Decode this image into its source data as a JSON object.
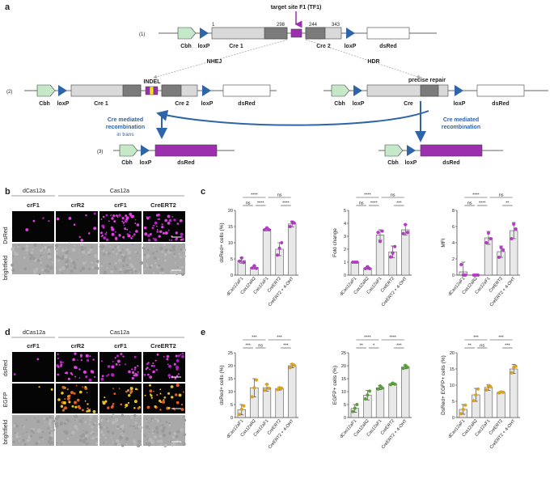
{
  "panel_a": {
    "letter": "a",
    "target_site": "target site F1 (TF1)",
    "row1_num": "(1)",
    "row2_num": "(2)",
    "row3_num": "(3)",
    "pos_1": "1",
    "pos_298": "298",
    "pos_244": "244",
    "pos_343": "343",
    "cbh": "Cbh",
    "loxp": "loxP",
    "cre1": "Cre 1",
    "cre2": "Cre 2",
    "cre": "Cre",
    "dsred": "dsRed",
    "nhej": "NHEJ",
    "hdr": "HDR",
    "indel": "INDEL",
    "precise": "precise repair",
    "cre_left_1": "Cre mediated",
    "cre_left_2": "recombination",
    "cre_left_3": "in trans",
    "cre_right_1": "Cre mediated",
    "cre_right_2": "recombination"
  },
  "panel_b": {
    "letter": "b",
    "group_d": "dCas12a",
    "group_c": "Cas12a",
    "cols": [
      "crF1",
      "crR2",
      "crF1",
      "CreERT2"
    ],
    "rows": [
      "DsRed",
      "brightfield"
    ]
  },
  "panel_d": {
    "letter": "d",
    "group_d": "dCas12a",
    "group_c": "Cas12a",
    "cols": [
      "crF1",
      "crR2",
      "crF1",
      "CreERT2"
    ],
    "rows": [
      "dsRed",
      "EGFP",
      "brightfield"
    ]
  },
  "panel_c": {
    "letter": "c"
  },
  "panel_e": {
    "letter": "e"
  },
  "chart_data": [
    {
      "type": "bar",
      "panel": "c",
      "ylabel": "dsRed+ cells (%)",
      "ylim": [
        0,
        20
      ],
      "yticks": [
        0,
        5,
        10,
        15,
        20
      ],
      "categories": [
        "dCas12aF1",
        "Cas12aR2",
        "Cas12aF1",
        "CreERT2",
        "CreERT2 + 4-OHT"
      ],
      "values": [
        4.5,
        2.4,
        14.2,
        8.0,
        15.8
      ],
      "errors": [
        0.8,
        0.5,
        0.5,
        2.0,
        0.9
      ],
      "points": [
        [
          4.3,
          5.3,
          3.9
        ],
        [
          2.2,
          2.9,
          2.1
        ],
        [
          14.0,
          14.6,
          14.0
        ],
        [
          6.2,
          8.3,
          10.0
        ],
        [
          15.0,
          16.4,
          16.1
        ]
      ],
      "sig": [
        {
          "a": 0,
          "b": 2,
          "label": "****",
          "level": 3
        },
        {
          "a": 2,
          "b": 4,
          "label": "ns",
          "level": 3
        },
        {
          "a": 0,
          "b": 1,
          "label": "ns",
          "level": 1
        },
        {
          "a": 1,
          "b": 2,
          "label": "****",
          "level": 1
        },
        {
          "a": 3,
          "b": 4,
          "label": "****",
          "level": 1
        }
      ]
    },
    {
      "type": "bar",
      "panel": "c",
      "ylabel": "Fold change",
      "ylim": [
        0,
        5
      ],
      "yticks": [
        0,
        1,
        2,
        3,
        4,
        5
      ],
      "categories": [
        "dCas12aF1",
        "Cas12aR2",
        "Cas12aF1",
        "CreERT2",
        "CreERT2 + 4-OHT"
      ],
      "values": [
        1.0,
        0.55,
        3.1,
        1.8,
        3.5
      ],
      "errors": [
        0.05,
        0.1,
        0.4,
        0.45,
        0.4
      ],
      "points": [
        [
          1.0,
          1.0,
          1.0
        ],
        [
          0.5,
          0.65,
          0.5
        ],
        [
          3.3,
          2.6,
          3.4
        ],
        [
          1.4,
          1.7,
          2.2
        ],
        [
          3.2,
          3.9,
          3.3
        ]
      ],
      "sig": [
        {
          "a": 0,
          "b": 2,
          "label": "****",
          "level": 3
        },
        {
          "a": 2,
          "b": 4,
          "label": "ns",
          "level": 3
        },
        {
          "a": 0,
          "b": 1,
          "label": "ns",
          "level": 1
        },
        {
          "a": 1,
          "b": 2,
          "label": "****",
          "level": 1
        },
        {
          "a": 3,
          "b": 4,
          "label": "***",
          "level": 1
        }
      ]
    },
    {
      "type": "bar",
      "panel": "c",
      "ylabel": "MFI",
      "ylim": [
        0,
        8
      ],
      "yticks": [
        0,
        2,
        4,
        6,
        8
      ],
      "categories": [
        "dCas12aF1",
        "Cas12aR2",
        "Cas12aF1",
        "CreERT2",
        "CreERT2 + 4-OHT"
      ],
      "values": [
        0.4,
        0.0,
        4.6,
        2.9,
        5.5
      ],
      "errors": [
        1.2,
        0.1,
        0.8,
        0.7,
        1.0
      ],
      "points": [
        [
          1.3,
          0.0,
          0.0
        ],
        [
          0.0,
          0.0,
          0.0
        ],
        [
          4.0,
          5.2,
          4.5
        ],
        [
          2.2,
          3.4,
          3.1
        ],
        [
          4.5,
          6.3,
          5.7
        ]
      ],
      "sig": [
        {
          "a": 0,
          "b": 2,
          "label": "****",
          "level": 3
        },
        {
          "a": 2,
          "b": 4,
          "label": "ns",
          "level": 3
        },
        {
          "a": 0,
          "b": 1,
          "label": "ns",
          "level": 1
        },
        {
          "a": 1,
          "b": 2,
          "label": "****",
          "level": 1
        },
        {
          "a": 3,
          "b": 4,
          "label": "**",
          "level": 1
        }
      ]
    },
    {
      "type": "bar",
      "panel": "e",
      "ylabel": "dsRed+ cells (%)",
      "ylim": [
        0,
        25
      ],
      "yticks": [
        0,
        5,
        10,
        15,
        20,
        25
      ],
      "categories": [
        "dCas12aF1",
        "Cas12aR2",
        "Cas12aF1",
        "CreERT2",
        "CreERT2 + 4-OHT"
      ],
      "values": [
        3.0,
        11.5,
        11.5,
        11.2,
        20.0
      ],
      "errors": [
        2.0,
        3.5,
        1.3,
        0.6,
        0.8
      ],
      "points": [
        [
          1.2,
          3.2,
          4.5
        ],
        [
          8.0,
          11.5,
          14.5
        ],
        [
          10.5,
          12.8,
          11.3
        ],
        [
          10.8,
          11.5,
          11.3
        ],
        [
          19.2,
          20.6,
          20.2
        ]
      ],
      "sig": [
        {
          "a": 0,
          "b": 2,
          "label": "***",
          "level": 3
        },
        {
          "a": 2,
          "b": 4,
          "label": "***",
          "level": 3
        },
        {
          "a": 0,
          "b": 1,
          "label": "***",
          "level": 1
        },
        {
          "a": 1,
          "b": 2,
          "label": "ns",
          "level": 1
        },
        {
          "a": 3,
          "b": 4,
          "label": "***",
          "level": 1
        }
      ]
    },
    {
      "type": "bar",
      "panel": "e",
      "ylabel": "EGFP+ cells (%)",
      "ylim": [
        0,
        25
      ],
      "yticks": [
        0,
        5,
        10,
        15,
        20,
        25
      ],
      "categories": [
        "dCas12aF1",
        "Cas12aR2",
        "Cas12aF1",
        "CreERT2",
        "CreERT2 + 4-OHT"
      ],
      "values": [
        3.5,
        8.6,
        11.5,
        13.0,
        19.5
      ],
      "errors": [
        1.5,
        1.8,
        0.8,
        0.4,
        0.7
      ],
      "points": [
        [
          2.3,
          3.6,
          5.0
        ],
        [
          7.2,
          8.7,
          10.2
        ],
        [
          11.0,
          12.2,
          11.5
        ],
        [
          12.7,
          13.3,
          12.9
        ],
        [
          19.0,
          20.1,
          19.4
        ]
      ],
      "sig": [
        {
          "a": 0,
          "b": 2,
          "label": "****",
          "level": 3
        },
        {
          "a": 2,
          "b": 4,
          "label": "****",
          "level": 3
        },
        {
          "a": 0,
          "b": 1,
          "label": "**",
          "level": 1
        },
        {
          "a": 1,
          "b": 2,
          "label": "*",
          "level": 1
        },
        {
          "a": 3,
          "b": 4,
          "label": "***",
          "level": 1
        }
      ]
    },
    {
      "type": "bar",
      "panel": "e",
      "ylabel": "DsRed+ EGFP+ cells (%)",
      "ylim": [
        0,
        20
      ],
      "yticks": [
        0,
        5,
        10,
        15,
        20
      ],
      "categories": [
        "dCas12aF1",
        "Cas12aR2",
        "Cas12aF1",
        "CreERT2",
        "CreERT2 + 4-OHT"
      ],
      "values": [
        2.5,
        7.0,
        9.3,
        7.8,
        15.0
      ],
      "errors": [
        1.5,
        2.0,
        0.9,
        0.3,
        1.4
      ],
      "points": [
        [
          1.2,
          2.5,
          3.8
        ],
        [
          5.2,
          7.0,
          8.8
        ],
        [
          8.5,
          9.8,
          9.5
        ],
        [
          7.6,
          7.9,
          7.8
        ],
        [
          13.8,
          15.5,
          15.8
        ]
      ],
      "sig": [
        {
          "a": 0,
          "b": 2,
          "label": "***",
          "level": 3
        },
        {
          "a": 2,
          "b": 4,
          "label": "***",
          "level": 3
        },
        {
          "a": 0,
          "b": 1,
          "label": "**",
          "level": 1
        },
        {
          "a": 1,
          "b": 2,
          "label": "ns",
          "level": 1
        },
        {
          "a": 3,
          "b": 4,
          "label": "***",
          "level": 1
        }
      ]
    }
  ]
}
